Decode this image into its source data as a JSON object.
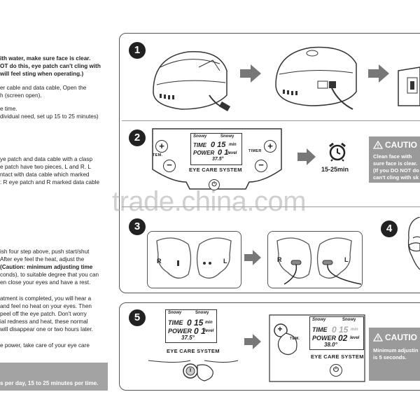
{
  "left_text": {
    "lines": [
      {
        "text": "ith water, make sure face is clear.",
        "bold": true
      },
      {
        "text": "OT do this, eye patch can't cling with",
        "bold": true
      },
      {
        "text": "will feel sting when operating.)",
        "bold": true
      },
      {
        "text": "er cable and data cable, Open the",
        "bold": false
      },
      {
        "text": "h (screen open).",
        "bold": false
      },
      {
        "text": "e time.",
        "bold": false
      },
      {
        "text": "dividual need, set up 15 to 25 minutes)",
        "bold": false
      },
      {
        "text": "ye patch and data cable with a clasp",
        "bold": false
      },
      {
        "text": "e patch have two pieces, L and R. L",
        "bold": false
      },
      {
        "text": "ntact with data cable which marked",
        "bold": false
      },
      {
        "text": ": R eye patch and R marked data cable",
        "bold": false
      },
      {
        "text": "ish four step above, push start/shut",
        "bold": false
      },
      {
        "text": "After eye feel the heat, adjust the",
        "bold": false
      },
      {
        "text": "(Caution: minimum adjusting time",
        "bold": true
      },
      {
        "text": "conds), to suitable degree that you can",
        "bold": false
      },
      {
        "text": "en close your eyes and have a rest.",
        "bold": false
      },
      {
        "text": "atment is completed, you will hear a",
        "bold": false
      },
      {
        "text": "and feel no heat on your eyes. Then",
        "bold": false
      },
      {
        "text": "peel off the eye patch. Don't worry",
        "bold": false
      },
      {
        "text": "ial redness and heat, these normal",
        "bold": false
      },
      {
        "text": "will disappear one or two hours later.",
        "bold": false
      },
      {
        "text": "e power, take care of  your eye care",
        "bold": false
      },
      {
        "text": "s per day, 15 to 25 minutes per time.",
        "bold": true
      }
    ]
  },
  "steps": {
    "one": "1",
    "two": "2",
    "three": "3",
    "four": "4",
    "five": "5"
  },
  "step2": {
    "brand": "Snowy",
    "time_label": "TIME",
    "time_value": "0 15",
    "time_unit": "min",
    "power_label": "POWER",
    "power_value": "0 1",
    "power_unit": "level",
    "temp": "37.5°",
    "tem_label": "TEM.",
    "timer_label": "TIMER",
    "system_label": "EYE CARE SYSTEM",
    "plus": "+",
    "minus": "−",
    "duration": "15-25min"
  },
  "step3": {
    "r_label": "R",
    "l_label": "L"
  },
  "step5": {
    "brand": "Snowy",
    "time_label": "TIME",
    "time_value_a": "0 15",
    "time_value_b": "0 15",
    "time_unit": "min",
    "power_label": "POWER",
    "power_value_a": "0 1",
    "power_value_b": "02",
    "power_unit": "level",
    "temp_a": "37.5°",
    "temp_b": "38.0°",
    "system_label": "EYE CARE SYSTEM",
    "tem_label": "TEM.",
    "plus": "+"
  },
  "caution_top": {
    "title": "CAUTIO",
    "lines": [
      "Clean  face  with",
      "sure face is clear.",
      "(If you DO NOT do",
      "can't cling with sk"
    ]
  },
  "caution_bottom": {
    "title": "CAUTIO",
    "lines": [
      "Minimum adjustin",
      "is 5 seconds."
    ]
  },
  "watermark": "trade.china.com"
}
